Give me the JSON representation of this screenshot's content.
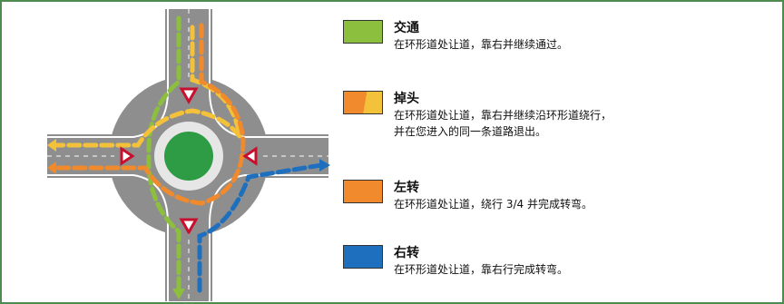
{
  "legend": [
    {
      "title": "交通",
      "lines": [
        "在环形道处让道，靠右并继续通过。"
      ],
      "color": "#8dbf3e"
    },
    {
      "title": "掉头",
      "lines": [
        "在环形道处让道，靠右并继续沿环形道绕行，",
        "并在您进入的同一条道路退出。"
      ],
      "colors": [
        "#f08a2c",
        "#f4c23a"
      ]
    },
    {
      "title": "左转",
      "lines": [
        "在环形道处让道，绕行 3/4 并完成转弯。"
      ],
      "color": "#f08a2c"
    },
    {
      "title": "右转",
      "lines": [
        "在环形道处让道，靠右行完成转弯。"
      ],
      "color": "#1f6fbf"
    }
  ],
  "colors": {
    "road": "#8e8e8e",
    "road_edge": "#ffffff",
    "island": "#2e9b45",
    "yield_sign": "#c8102e",
    "frame": "#4e8b4e"
  }
}
